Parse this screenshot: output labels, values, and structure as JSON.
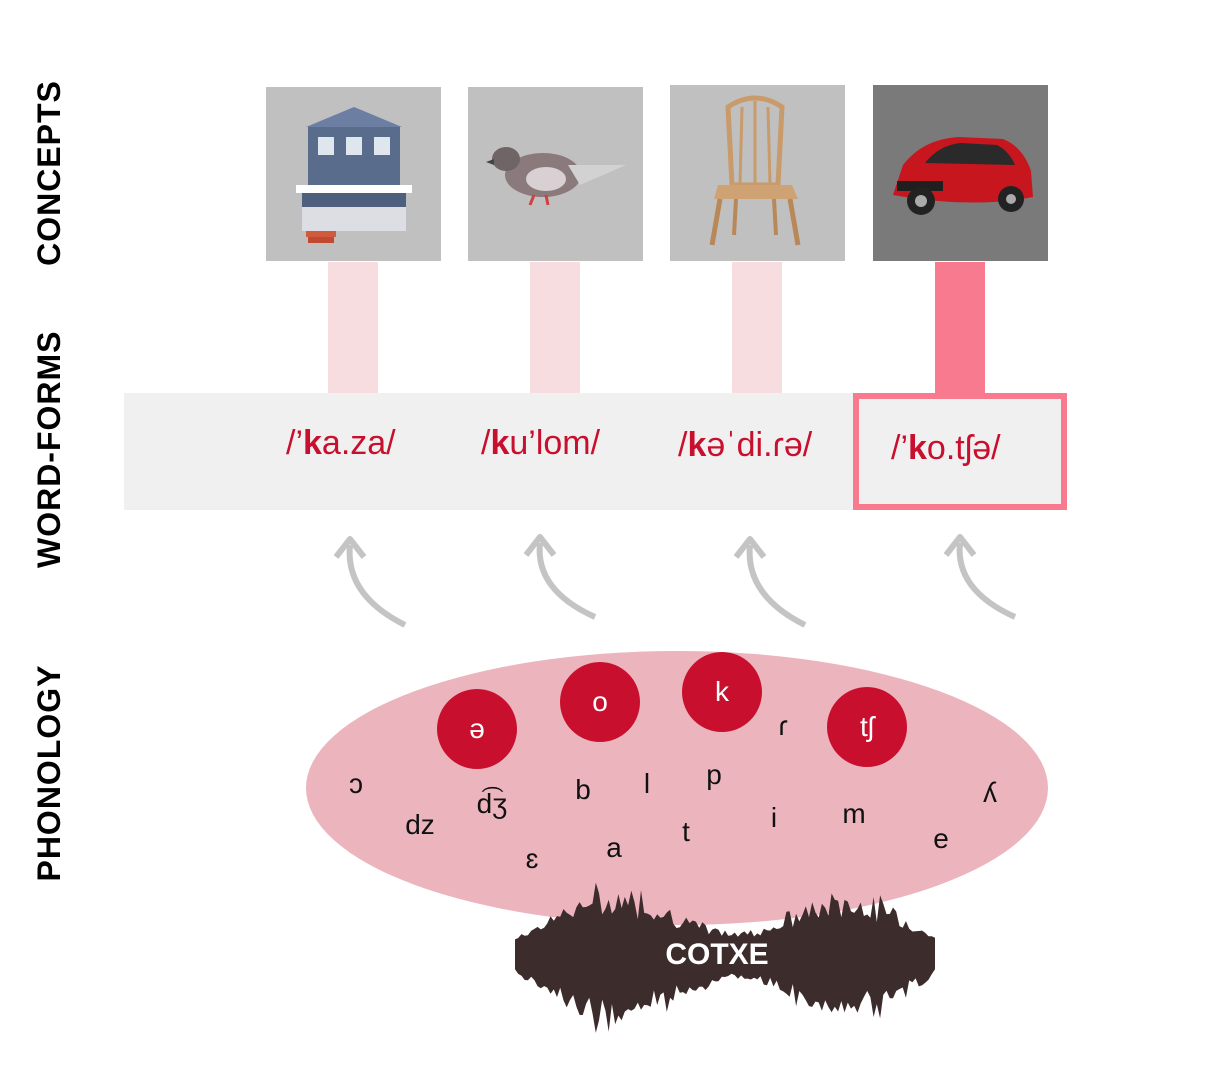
{
  "layers": {
    "concepts": "CONCEPTS",
    "word_forms": "WORD-FORMS",
    "phonology": "PHONOLOGY"
  },
  "concepts": [
    {
      "name": "house",
      "active": false
    },
    {
      "name": "pigeon",
      "active": false
    },
    {
      "name": "chair",
      "active": false
    },
    {
      "name": "car",
      "active": true
    }
  ],
  "word_forms": [
    {
      "pre": "/’",
      "bold": "k",
      "post": "a.za/",
      "active": false
    },
    {
      "pre": "/",
      "bold": "k",
      "post": "u’lom/",
      "active": false
    },
    {
      "pre": "/",
      "bold": "k",
      "post": "əˈdi.ɾə/",
      "active": false
    },
    {
      "pre": "/’",
      "bold": "k",
      "post": "o.tʃə/",
      "active": true
    }
  ],
  "phonemes_active": [
    "ə",
    "o",
    "k",
    "tʃ"
  ],
  "phonemes": [
    "ɾ",
    "ɔ",
    "dz",
    "d͡ʒ",
    "b",
    "l",
    "p",
    "i",
    "m",
    "ʎ",
    "e",
    "t",
    "a",
    "ɛ"
  ],
  "audio_word": "COTXE",
  "colors": {
    "accent": "#c8102e",
    "highlight": "#f77a8e",
    "connector_inactive": "#f7dde0",
    "phonology_fill": "#ecb5be",
    "waveform": "#3d2c2c",
    "arrow": "#c4c4c4"
  }
}
